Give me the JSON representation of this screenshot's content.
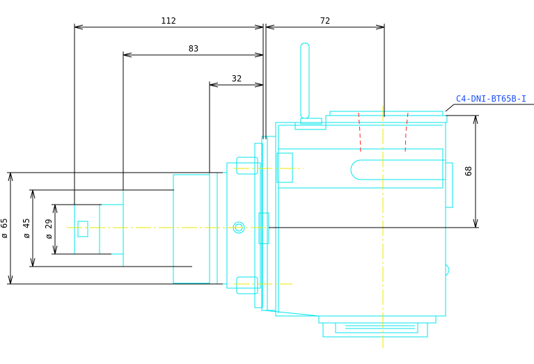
{
  "part_label": "C4-DNI-BT65B-I",
  "dimensions": {
    "len_112": "112",
    "len_72": "72",
    "len_83": "83",
    "len_32": "32",
    "height_68": "68",
    "dia_65": "ø 65",
    "dia_45": "ø 45",
    "dia_29": "ø 29"
  },
  "colors": {
    "outline": "#00e5ee",
    "dimension": "#000000",
    "centerline": "#e8e800",
    "hidden": "#ff2020",
    "label": "#1a4dff"
  }
}
